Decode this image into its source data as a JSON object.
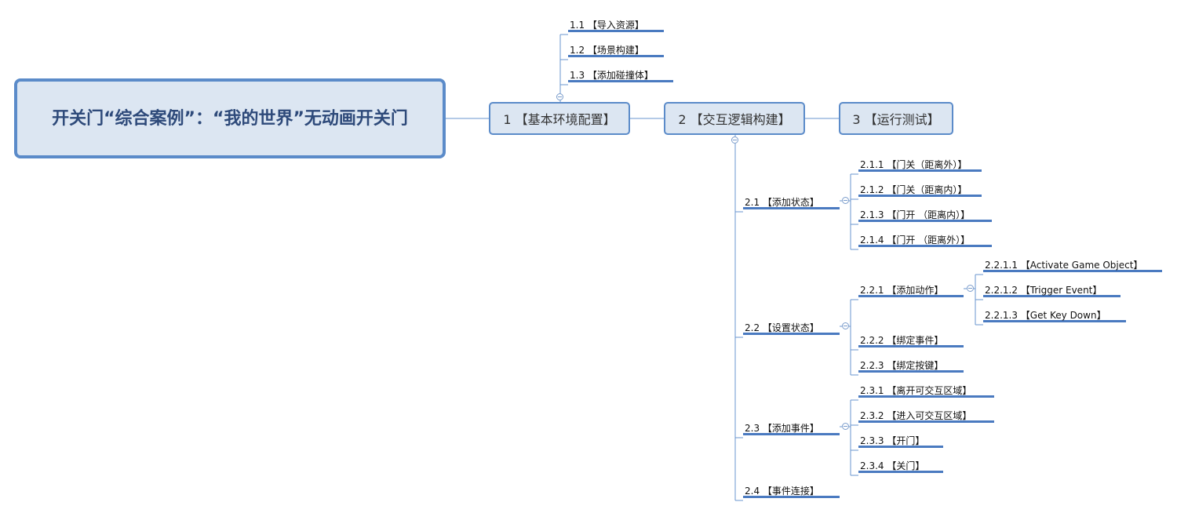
{
  "root": {
    "title": "开关门“综合案例”：“我的世界”无动画开关门"
  },
  "main_topics": [
    {
      "label": "1 【基本环境配置】"
    },
    {
      "label": "2 【交互逻辑构建】"
    },
    {
      "label": "3 【运行测试】"
    }
  ],
  "topic1_children": [
    {
      "label": "1.1 【导入资源】"
    },
    {
      "label": "1.2 【场景构建】"
    },
    {
      "label": "1.3 【添加碰撞体】"
    }
  ],
  "topic2_children": [
    {
      "label": "2.1 【添加状态】",
      "children": [
        {
          "label": "2.1.1 【门关（距离外）】"
        },
        {
          "label": "2.1.2 【门关（距离内）】"
        },
        {
          "label": "2.1.3 【门开 （距离内）】"
        },
        {
          "label": "2.1.4 【门开 （距离外）】"
        }
      ]
    },
    {
      "label": "2.2 【设置状态】",
      "children": [
        {
          "label": "2.2.1 【添加动作】",
          "children": [
            {
              "label": "2.2.1.1 【Activate Game Object】"
            },
            {
              "label": "2.2.1.2 【Trigger Event】"
            },
            {
              "label": "2.2.1.3 【Get Key Down】"
            }
          ]
        },
        {
          "label": "2.2.2 【绑定事件】"
        },
        {
          "label": "2.2.3 【绑定按键】"
        }
      ]
    },
    {
      "label": "2.3 【添加事件】",
      "children": [
        {
          "label": "2.3.1 【离开可交互区域】"
        },
        {
          "label": "2.3.2 【进入可交互区域】"
        },
        {
          "label": "2.3.3 【开门】"
        },
        {
          "label": "2.3.4 【关门】"
        }
      ]
    },
    {
      "label": "2.4 【事件连接】"
    }
  ],
  "colors": {
    "line": "#6A95CF",
    "node_fill": "#DCE6F2",
    "node_border": "#5B8BC9",
    "underline": "#4A7AC0",
    "root_text": "#2E4A7A"
  }
}
